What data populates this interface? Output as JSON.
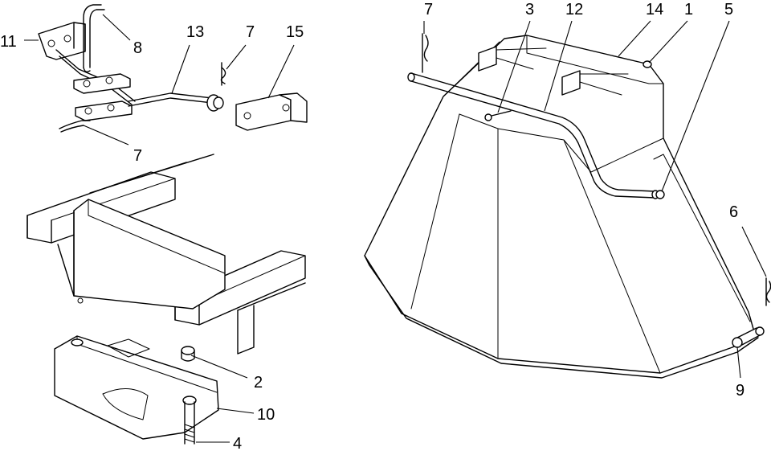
{
  "callouts": [
    {
      "id": "c11a",
      "text": "11"
    },
    {
      "id": "c8",
      "text": "8"
    },
    {
      "id": "c13",
      "text": "13"
    },
    {
      "id": "c7a",
      "text": "7"
    },
    {
      "id": "c15",
      "text": "15"
    },
    {
      "id": "c7b",
      "text": "7"
    },
    {
      "id": "c2",
      "text": "2"
    },
    {
      "id": "c10",
      "text": "10"
    },
    {
      "id": "c4",
      "text": "4"
    },
    {
      "id": "c7c",
      "text": "7"
    },
    {
      "id": "c3",
      "text": "3"
    },
    {
      "id": "c12",
      "text": "12"
    },
    {
      "id": "c14",
      "text": "14"
    },
    {
      "id": "c1",
      "text": "1"
    },
    {
      "id": "c5",
      "text": "5"
    },
    {
      "id": "c6",
      "text": "6"
    },
    {
      "id": "c9",
      "text": "9"
    }
  ]
}
